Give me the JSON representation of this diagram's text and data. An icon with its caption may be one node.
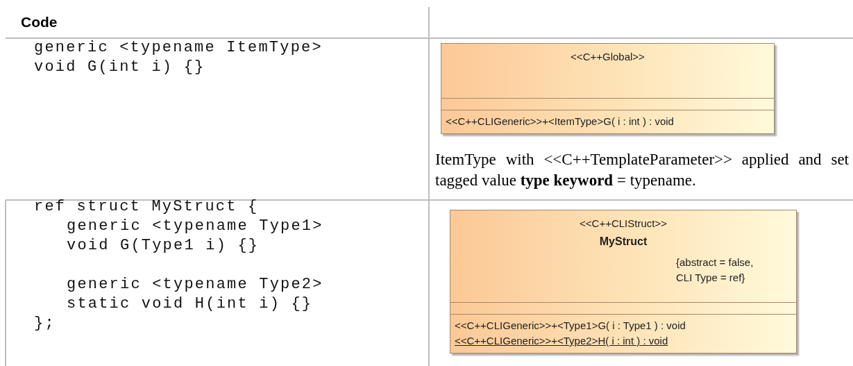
{
  "diagram": {
    "nodes": [
      {
        "text": [
          "<<C++Global>>",
          "<<C++CLIGeneric>>+<ItemType>G( i : int ) : void"
        ]
      },
      {
        "text": [
          "<<C++CLIStruct>>",
          "MyStruct",
          "{abstract = false, CLI Type = ref}",
          "<<C++CLIGeneric>>+<Type1>G( i : Type1 ) : void",
          "<<C++CLIGeneric>>+<Type2>H( i : int ) : void"
        ]
      }
    ],
    "labels": [
      "Code",
      "generic <typename ItemType>",
      "void G(int i) {}",
      "ItemType with <<C++TemplateParameter>> applied and set tagged value **type keyword** = typename.",
      "ref struct MyStruct {",
      "generic <typename Type1>",
      "void G(Type1 i) {}",
      "generic <typename Type2>",
      "static void H(int i) {}",
      "};"
    ]
  }
}
